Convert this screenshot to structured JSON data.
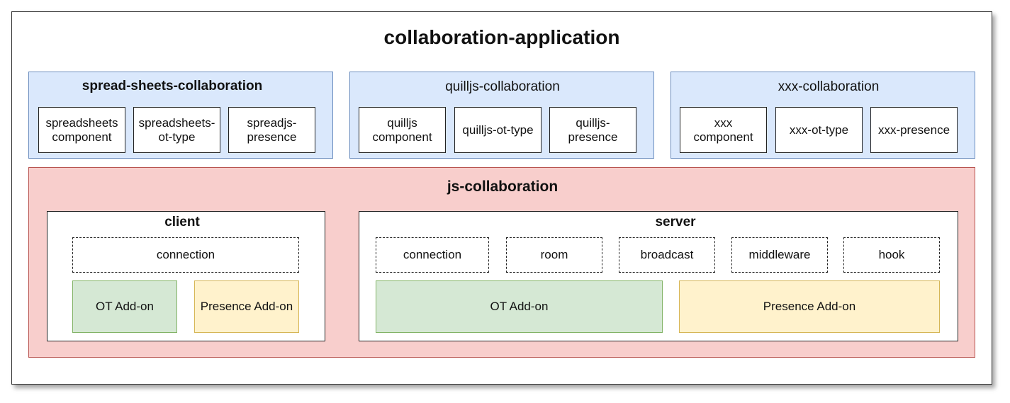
{
  "title": "collaboration-application",
  "groups": [
    {
      "title": "spread-sheets-collaboration",
      "items": [
        "spreadsheets\ncomponent",
        "spreadsheets-\not-type",
        "spreadjs-\npresence"
      ]
    },
    {
      "title": "quilljs-collaboration",
      "items": [
        "quilljs\ncomponent",
        "quilljs-ot-type",
        "quilljs-\npresence"
      ]
    },
    {
      "title": "xxx-collaboration",
      "items": [
        "xxx\ncomponent",
        "xxx-ot-type",
        "xxx-presence"
      ]
    }
  ],
  "js": {
    "title": "js-collaboration",
    "client": {
      "title": "client",
      "connection": "connection",
      "ot": "OT Add-on",
      "presence": "Presence Add-on"
    },
    "server": {
      "title": "server",
      "modules": [
        "connection",
        "room",
        "broadcast",
        "middleware",
        "hook"
      ],
      "ot": "OT Add-on",
      "presence": "Presence Add-on"
    }
  }
}
